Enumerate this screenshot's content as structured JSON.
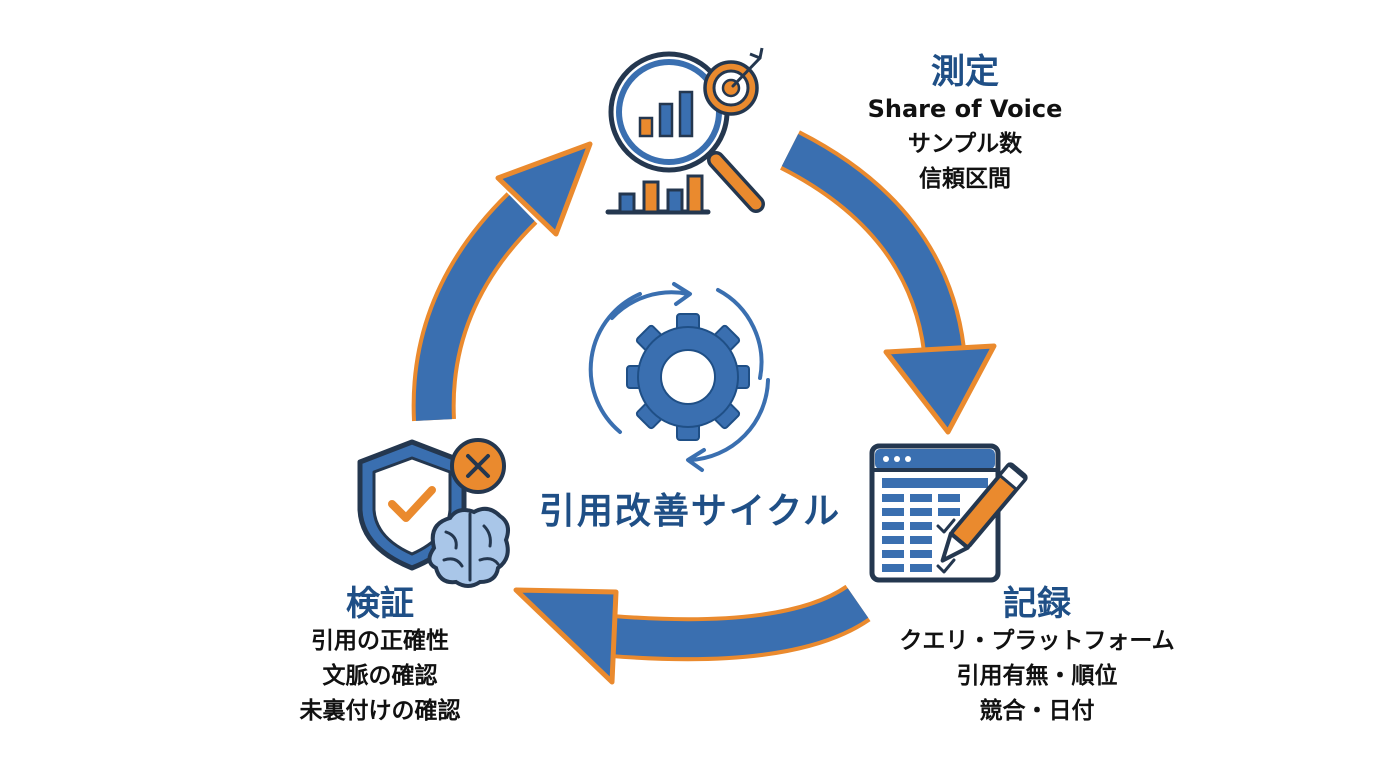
{
  "center": {
    "title": "引用改善サイクル"
  },
  "stages": {
    "measure": {
      "title": "測定",
      "lines": [
        "Share of Voice",
        "サンプル数",
        "信頼区間"
      ]
    },
    "record": {
      "title": "記録",
      "lines": [
        "クエリ・プラットフォーム",
        "引用有無・順位",
        "競合・日付"
      ]
    },
    "verify": {
      "title": "検証",
      "lines": [
        "引用の正確性",
        "文脈の確認",
        "未裏付けの確認"
      ]
    }
  },
  "colors": {
    "blue": "#3a6fb0",
    "orange": "#ea8a2e",
    "navy": "#1f4f86",
    "dark": "#24374f"
  },
  "icons": {
    "measure": "magnifier-bar-chart-target-icon",
    "record": "spreadsheet-pencil-icon",
    "verify": "shield-check-brain-icon",
    "center": "gear-cycle-icon"
  }
}
